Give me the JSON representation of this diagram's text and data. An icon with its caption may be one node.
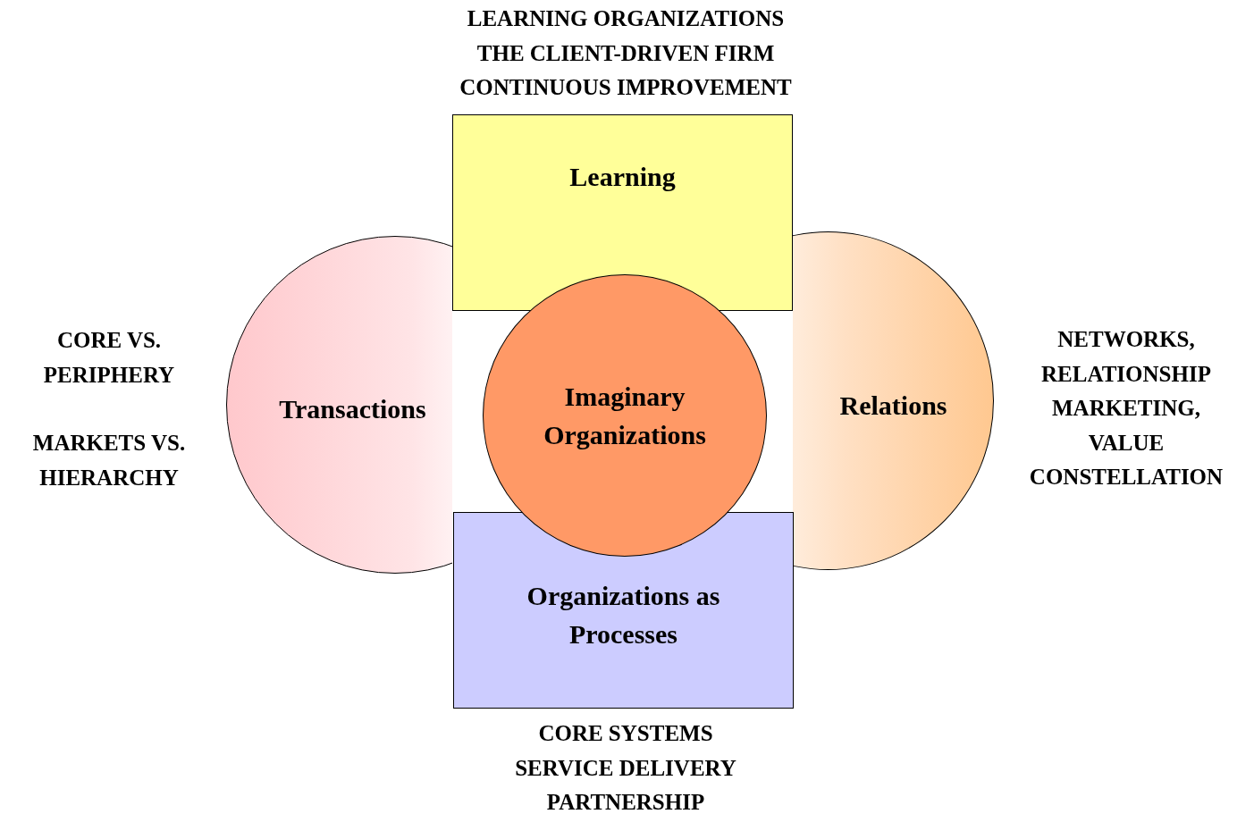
{
  "diagram": {
    "nodes": [
      {
        "text": [
          "Learning"
        ],
        "beside": [
          "LEARNING ORGANIZATIONS",
          "THE CLIENT-DRIVEN FIRM",
          "CONTINUOUS IMPROVEMENT"
        ]
      },
      {
        "text": [
          "Transactions"
        ],
        "beside": [
          "CORE VS. PERIPHERY",
          "MARKETS VS. HIERARCHY"
        ]
      },
      {
        "text": [
          "Imaginary Organizations"
        ]
      },
      {
        "text": [
          "Relations"
        ],
        "beside": [
          "NETWORKS, RELATIONSHIP MARKETING, VALUE CONSTELLATION"
        ]
      },
      {
        "text": [
          "Organizations as Processes"
        ],
        "beside": [
          "CORE SYSTEMS",
          "SERVICE DELIVERY",
          "PARTNERSHIP"
        ]
      }
    ],
    "edges": []
  }
}
